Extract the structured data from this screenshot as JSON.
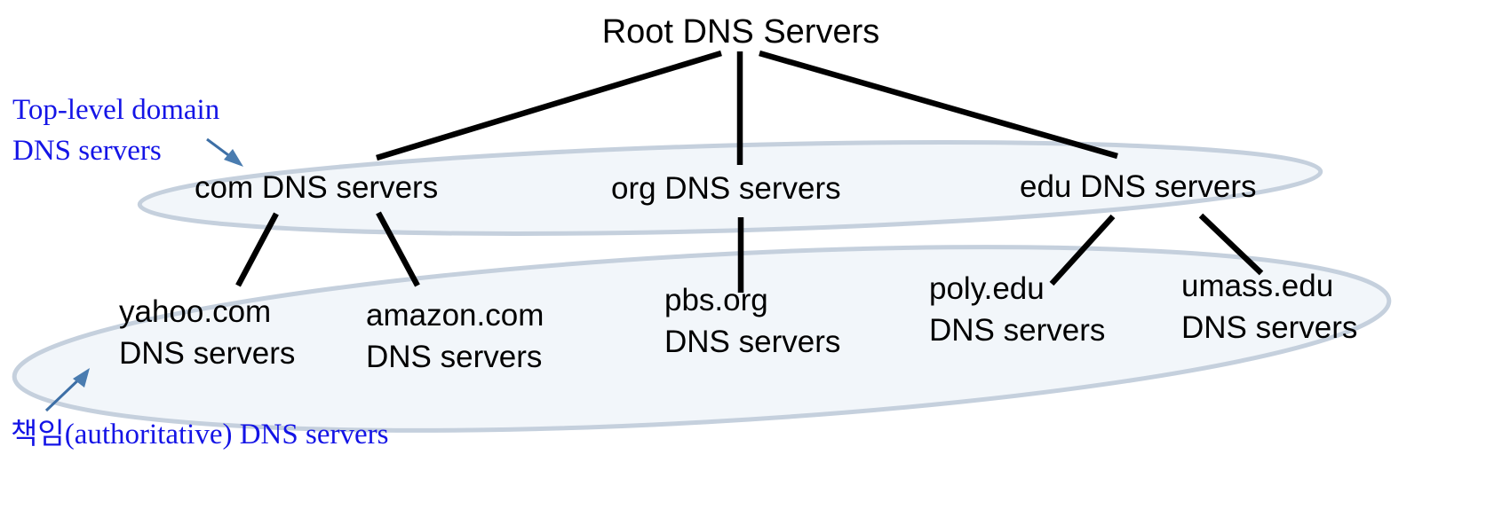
{
  "diagram": {
    "title": "DNS hierarchy",
    "root": {
      "label": "Root DNS Servers"
    },
    "tld_ellipse": {
      "name": "top-level-domain-ellipse",
      "fill": "#f2f6fa",
      "stroke": "#c5d0dd"
    },
    "authoritative_ellipse": {
      "name": "authoritative-ellipse",
      "fill": "#f2f6fa",
      "stroke": "#c5d0dd"
    },
    "tld_nodes": [
      {
        "label": "com DNS servers"
      },
      {
        "label": "org DNS servers"
      },
      {
        "label": "edu DNS servers"
      }
    ],
    "authoritative_nodes": [
      {
        "line1": "yahoo.com",
        "line2": "DNS servers"
      },
      {
        "line1": "amazon.com",
        "line2": "DNS servers"
      },
      {
        "line1": "pbs.org",
        "line2": "DNS servers"
      },
      {
        "line1": "poly.edu",
        "line2": "DNS servers"
      },
      {
        "line1": "umass.edu",
        "line2": "DNS servers"
      }
    ],
    "annotations": [
      {
        "name": "tld-annotation",
        "line1": "Top-level domain",
        "line2": "DNS servers",
        "color": "#1414e6"
      },
      {
        "name": "authoritative-annotation",
        "line1": "책임(authoritative) DNS servers",
        "color": "#1414e6"
      }
    ],
    "colors": {
      "link": "#000000",
      "annotation_text": "#1414e6",
      "annotation_arrow": "#3d6fa6",
      "ellipse_fill": "#f2f6fa",
      "ellipse_stroke": "#c5d0dd"
    }
  }
}
